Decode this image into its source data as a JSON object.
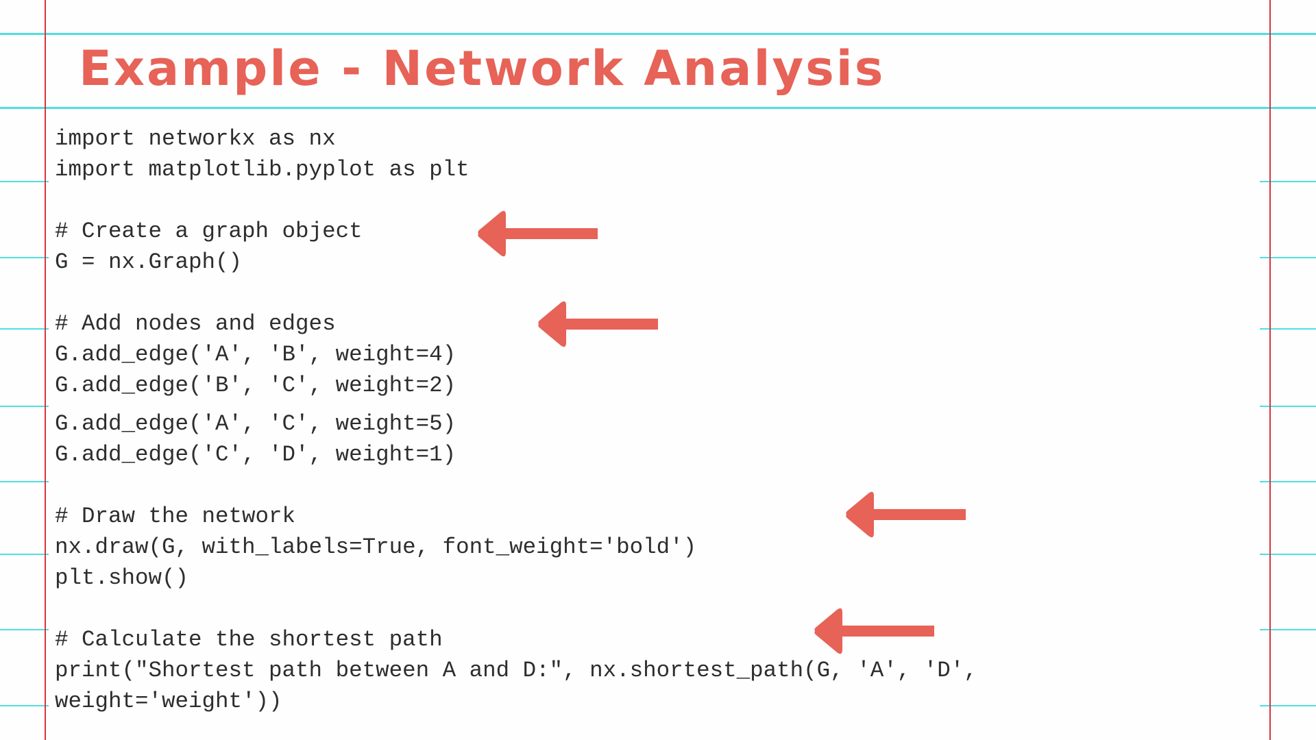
{
  "slide": {
    "title": "Example - Network Analysis",
    "accent_color": "#e76257",
    "rule_color": "#4fdfe0",
    "margin_color": "#d8343a"
  },
  "code": {
    "language": "python",
    "lines": [
      "import networkx as nx",
      "import matplotlib.pyplot as plt",
      "# Create a graph object",
      "G = nx.Graph()",
      "# Add nodes and edges",
      "G.add_edge('A', 'B', weight=4)",
      "G.add_edge('B', 'C', weight=2)",
      "G.add_edge('A', 'C', weight=5)",
      "G.add_edge('C', 'D', weight=1)",
      "# Draw the network",
      "nx.draw(G, with_labels=True, font_weight='bold')",
      "plt.show()",
      "# Calculate the shortest path",
      "print(\"Shortest path between A and D:\", nx.shortest_path(G, 'A', 'D',",
      "weight='weight'))"
    ]
  },
  "annotations": {
    "arrows": [
      {
        "icon": "arrow-left-icon",
        "points_to": "# Create a graph object"
      },
      {
        "icon": "arrow-left-icon",
        "points_to": "# Add nodes and edges"
      },
      {
        "icon": "arrow-left-icon",
        "points_to": "# Draw the network"
      },
      {
        "icon": "arrow-left-icon",
        "points_to": "# Calculate the shortest path"
      }
    ]
  }
}
